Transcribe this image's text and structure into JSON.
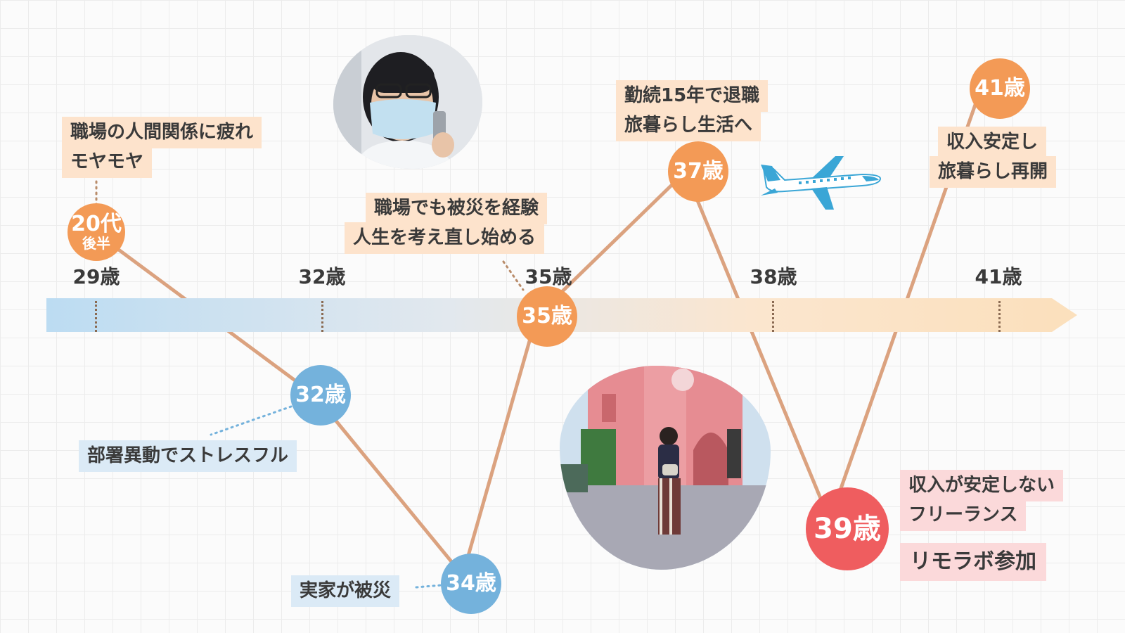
{
  "ticks": [
    {
      "label": "29歳"
    },
    {
      "label": "32歳"
    },
    {
      "label": "35歳"
    },
    {
      "label": "38歳"
    },
    {
      "label": "41歳"
    }
  ],
  "nodes": {
    "n20": {
      "main": "20代",
      "sub": "後半",
      "color": "#f39a56"
    },
    "n32": {
      "main": "32歳",
      "color": "#74b2dc"
    },
    "n34": {
      "main": "34歳",
      "color": "#74b2dc"
    },
    "n35": {
      "main": "35歳",
      "color": "#f39a56"
    },
    "n37": {
      "main": "37歳",
      "color": "#f39a56"
    },
    "n39": {
      "main": "39歳",
      "color": "#ef5d5f"
    },
    "n41": {
      "main": "41歳",
      "color": "#f39a56"
    }
  },
  "labels": {
    "l20_line1": "職場の人間関係に疲れ",
    "l20_line2": "モヤモヤ",
    "l32": "部署異動でストレスフル",
    "l34": "実家が被災",
    "l35_line1": "職場でも被災を経験",
    "l35_line2": "人生を考え直し始める",
    "l37_line1": "勤続15年で退職",
    "l37_line2": "旅暮らし生活へ",
    "l39_line1": "収入が安定しない",
    "l39_line2": "フリーランス",
    "l39_line3": "リモラボ参加",
    "l41_line1": "収入安定し",
    "l41_line2": "旅暮らし再開"
  },
  "colors": {
    "line": "#dba27f",
    "orange": "#f39a56",
    "blue": "#74b2dc",
    "red": "#ef5d5f",
    "plane": "#3aa6d6"
  },
  "icons": [
    "airplane-icon"
  ]
}
